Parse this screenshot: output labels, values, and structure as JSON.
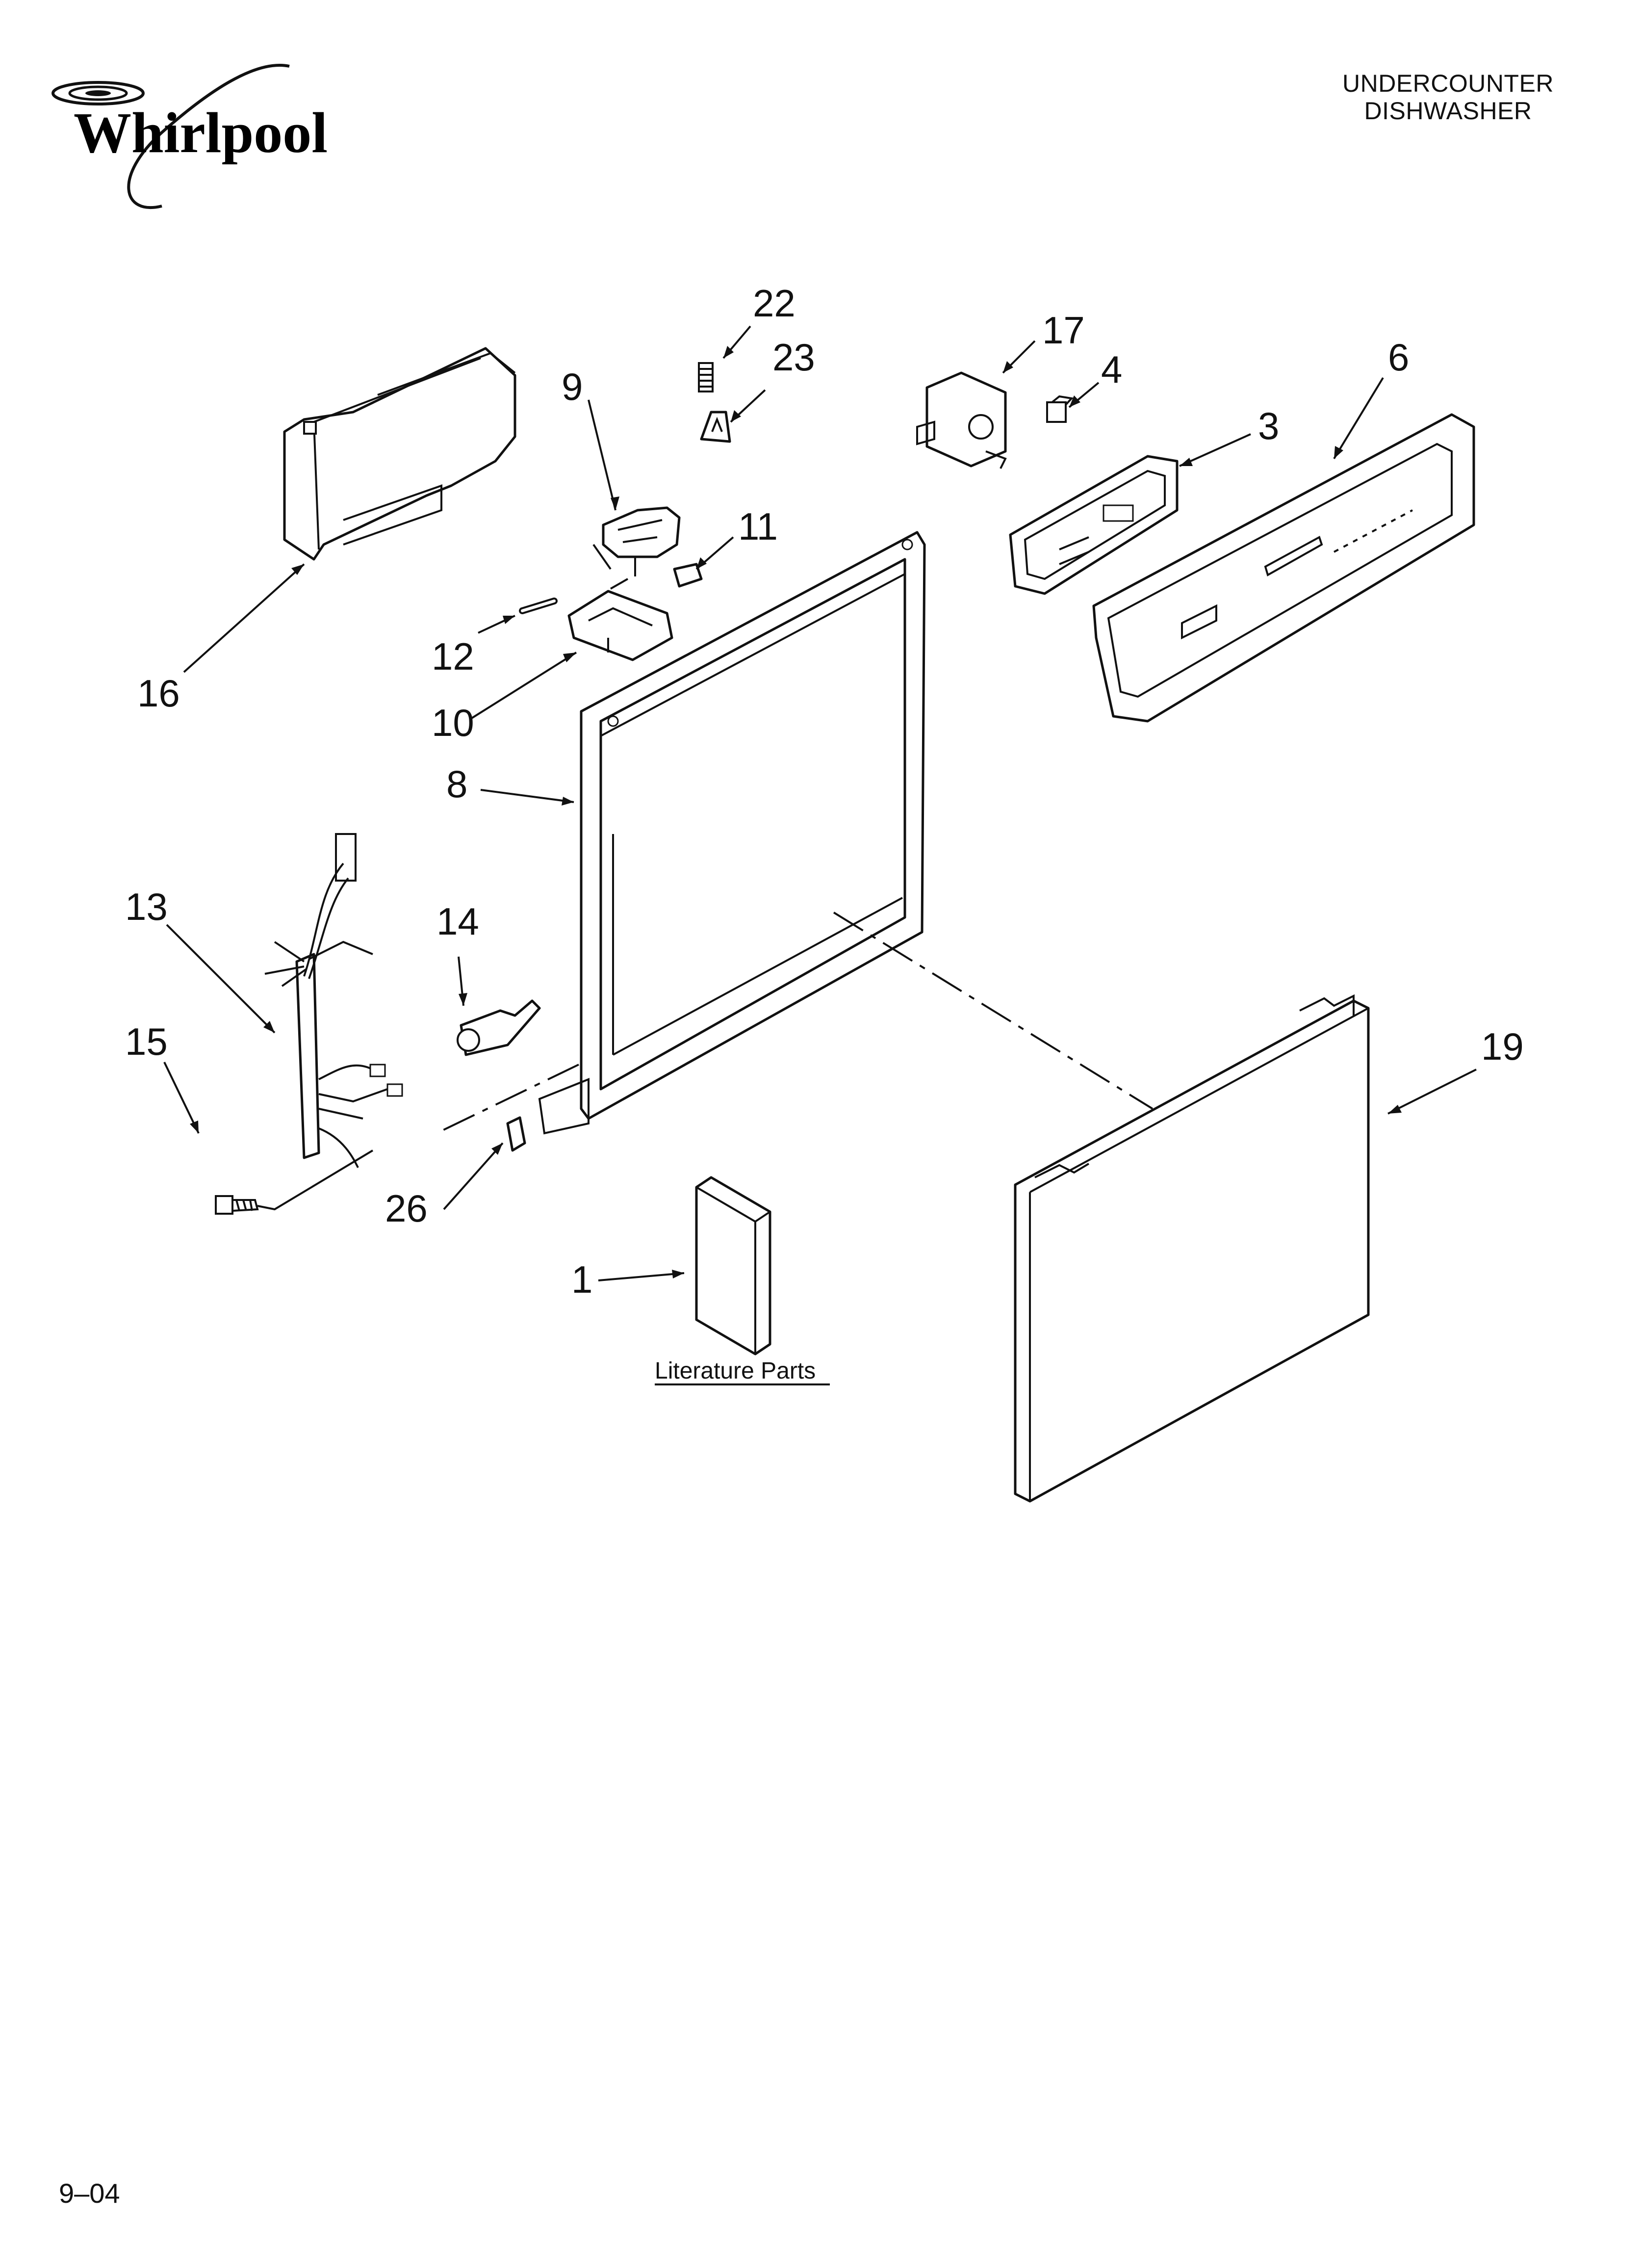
{
  "brand": {
    "name": "Whirlpool"
  },
  "header": {
    "line1": "UNDERCOUNTER",
    "line2": "DISHWASHER"
  },
  "callouts": {
    "c1": "1",
    "c3": "3",
    "c4": "4",
    "c6": "6",
    "c8": "8",
    "c9": "9",
    "c10": "10",
    "c11": "11",
    "c12": "12",
    "c13": "13",
    "c14": "14",
    "c15": "15",
    "c16": "16",
    "c17": "17",
    "c19": "19",
    "c22": "22",
    "c23": "23",
    "c26": "26"
  },
  "literature_caption": "Literature Parts",
  "footer": {
    "code": "9–04"
  }
}
